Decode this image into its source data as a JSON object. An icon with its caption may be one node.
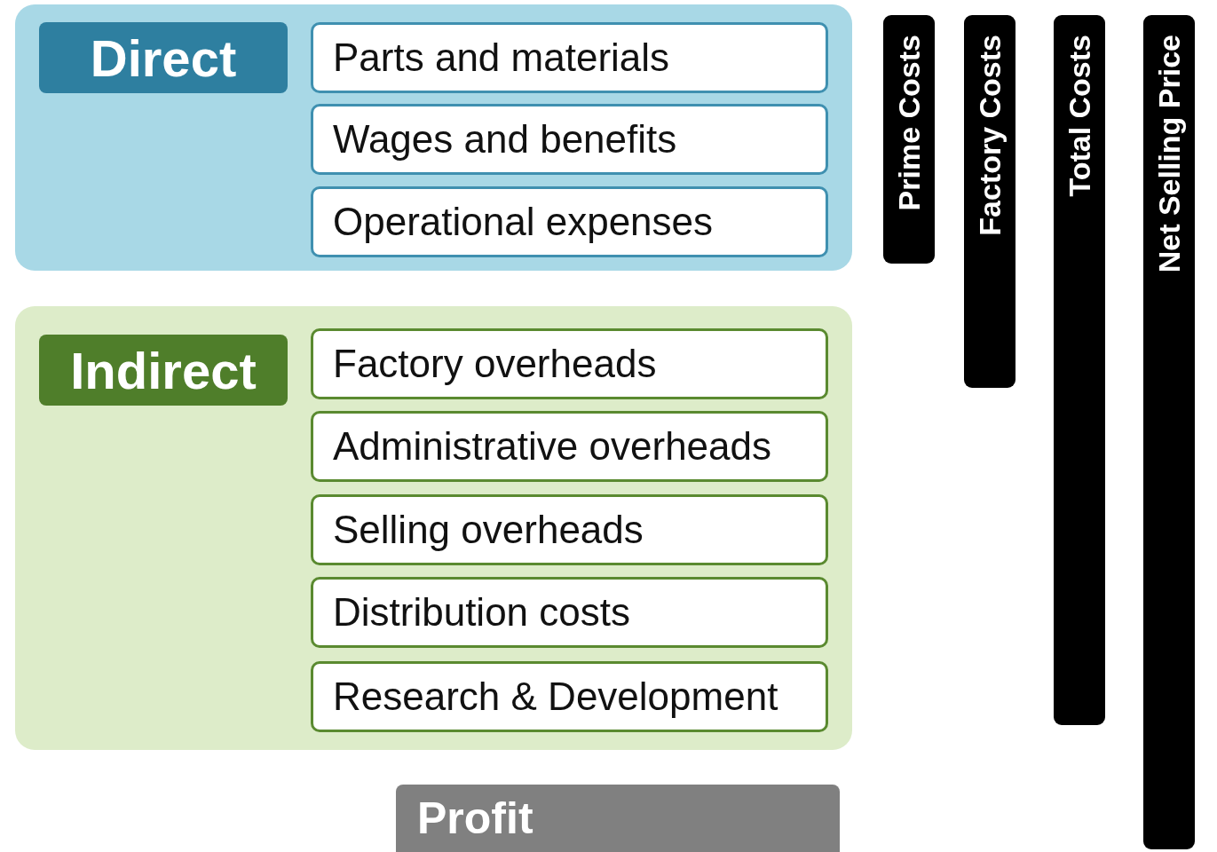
{
  "diagram": {
    "nodes": [
      {
        "text": [],
        "shape": "box"
      },
      {
        "text": [
          "Direct"
        ],
        "in": 0
      },
      {
        "text": [
          "Parts and materials"
        ],
        "in": 0
      },
      {
        "text": [
          "Wages and benefits"
        ],
        "in": 0
      },
      {
        "text": [
          "Operational expenses"
        ],
        "in": 0
      },
      {
        "text": [],
        "shape": "box"
      },
      {
        "text": [
          "Indirect"
        ],
        "in": 5
      },
      {
        "text": [
          "Factory overheads"
        ],
        "in": 5
      },
      {
        "text": [
          "Administrative overheads"
        ],
        "in": 5
      },
      {
        "text": [
          "Selling overheads"
        ],
        "in": 5
      },
      {
        "text": [
          "Distribution costs"
        ],
        "in": 5
      },
      {
        "text": [
          "Research & Development"
        ],
        "in": 5
      },
      {
        "text": [
          "Profit"
        ]
      },
      {
        "text": [
          "Prime Costs"
        ]
      },
      {
        "text": [
          "Factory Costs"
        ]
      },
      {
        "text": [
          "Total Costs"
        ]
      },
      {
        "text": [
          "Net Selling Price"
        ]
      }
    ]
  }
}
